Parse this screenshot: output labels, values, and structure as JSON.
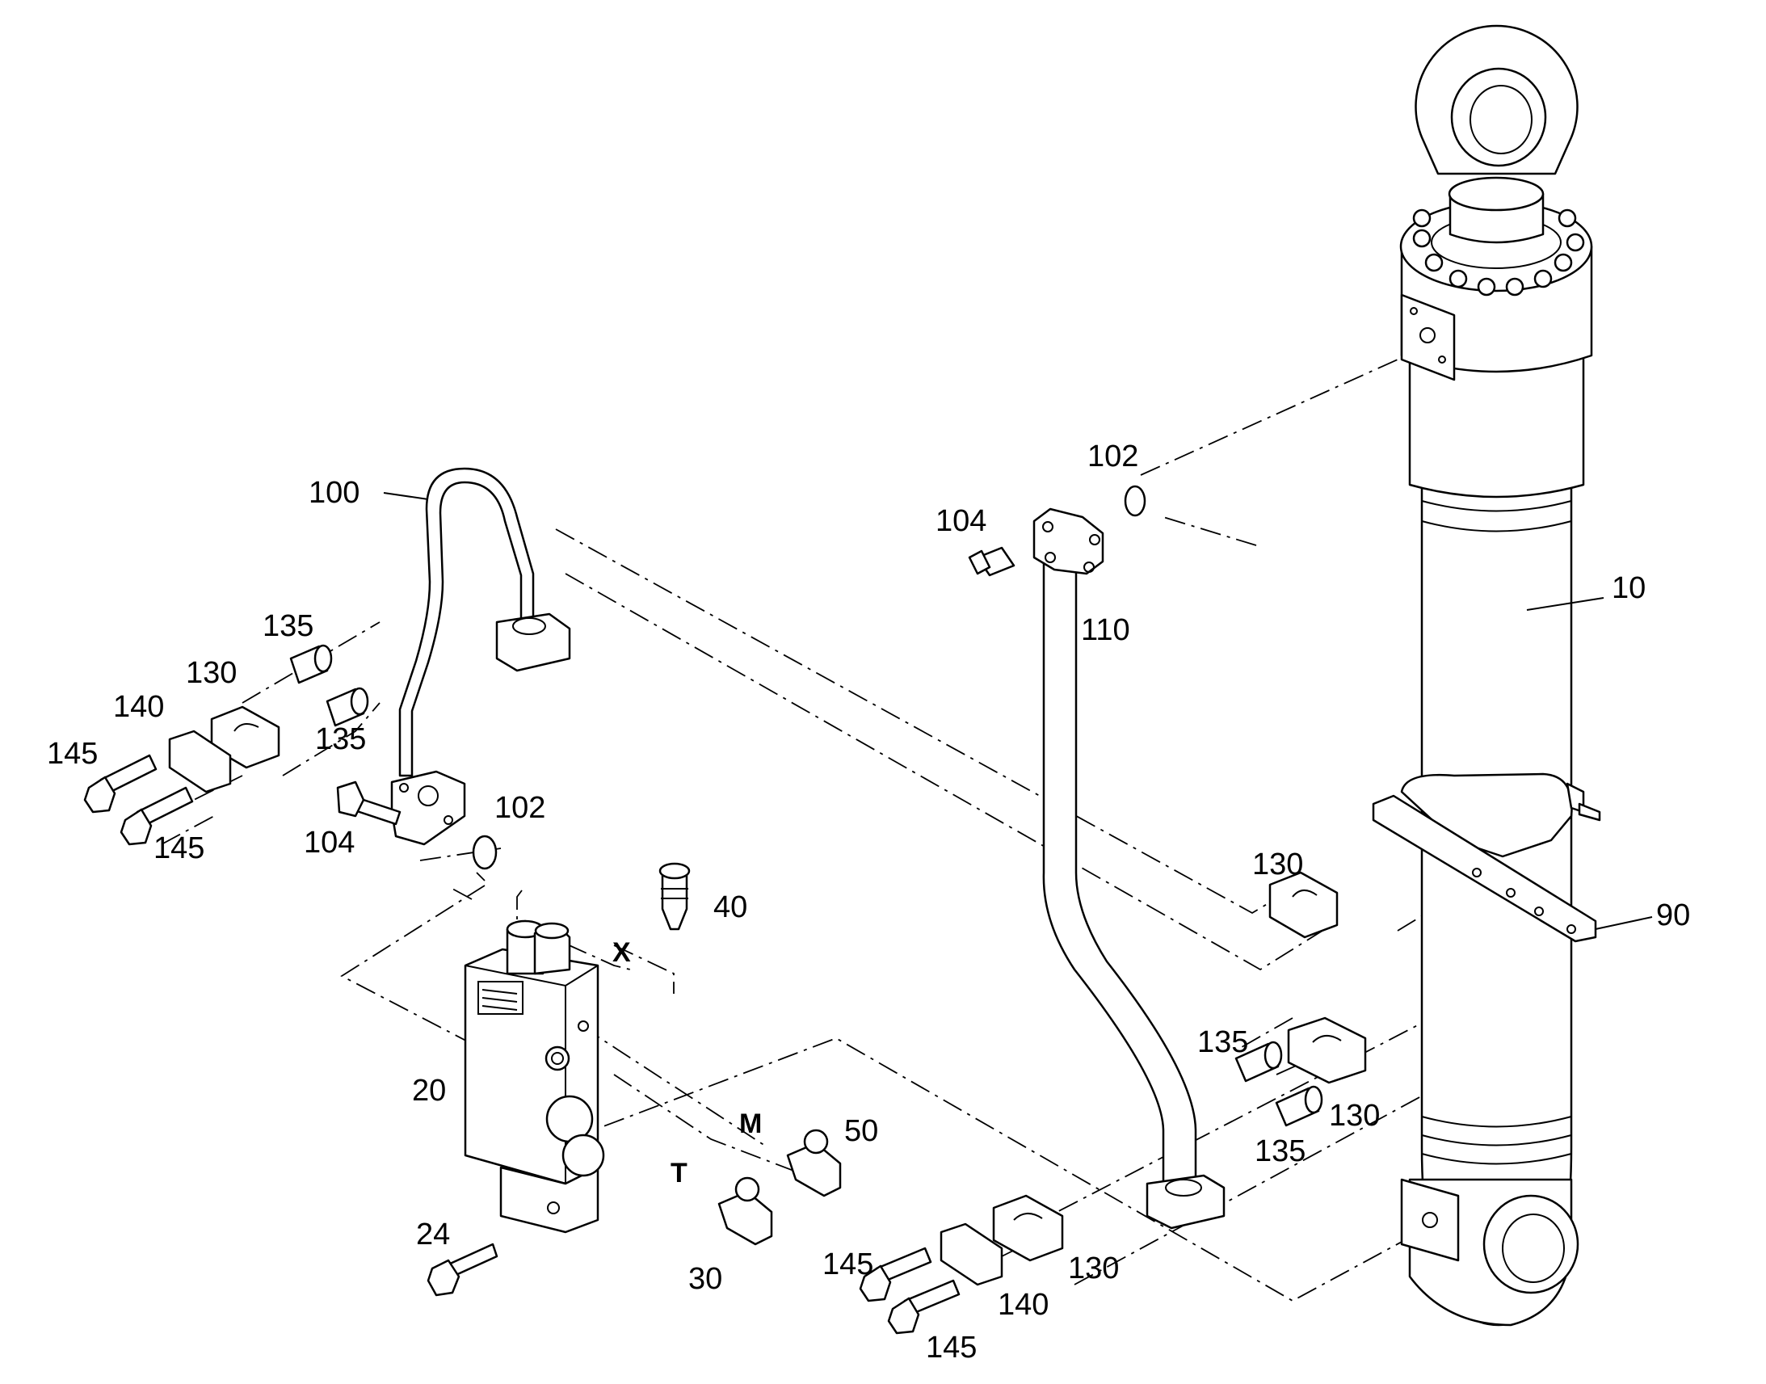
{
  "labels": {
    "cylinder": "10",
    "valve_block": "20",
    "valve_bolt": "24",
    "plug_t": "30",
    "fitting_x": "40",
    "plug_m": "50",
    "bracket": "90",
    "pipe_upper": "100",
    "oring_a": "102",
    "oring_b": "102",
    "screw_a": "104",
    "screw_b": "104",
    "pipe_long": "110",
    "clamp_a": "130",
    "clamp_b": "130",
    "clamp_c": "130",
    "clamp_d": "130",
    "bush_a": "135",
    "bush_b": "135",
    "bush_c": "135",
    "bush_d": "135",
    "plate_a": "140",
    "plate_b": "140",
    "bolt_a": "145",
    "bolt_b": "145",
    "bolt_c": "145",
    "bolt_d": "145"
  },
  "ports": {
    "x": "X",
    "m": "M",
    "t": "T"
  }
}
